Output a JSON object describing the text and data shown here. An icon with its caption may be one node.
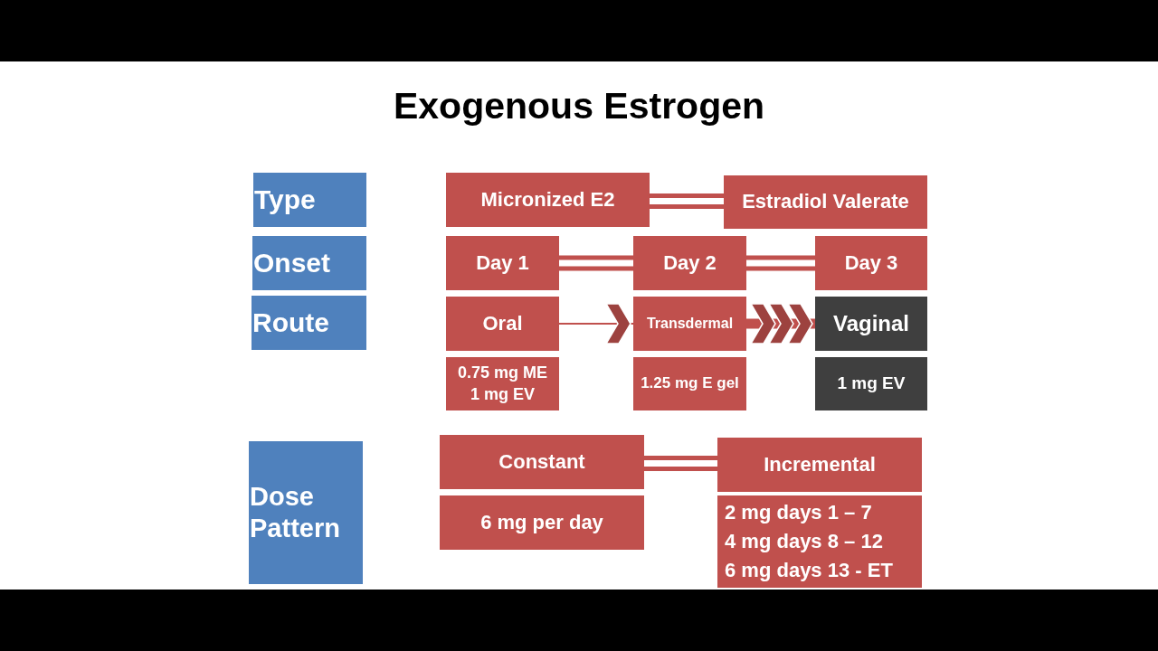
{
  "diagram": {
    "title": "Exogenous Estrogen",
    "nodes": [
      {
        "text": [
          "Type"
        ]
      },
      {
        "text": [
          "Micronized E2"
        ]
      },
      {
        "text": [
          "Estradiol Valerate"
        ]
      },
      {
        "text": [
          "Onset"
        ]
      },
      {
        "text": [
          "Day 1"
        ]
      },
      {
        "text": [
          "Day 2"
        ]
      },
      {
        "text": [
          "Day 3"
        ]
      },
      {
        "text": [
          "Route"
        ]
      },
      {
        "text": [
          "Oral"
        ]
      },
      {
        "text": [
          "Transdermal"
        ]
      },
      {
        "text": [
          "Vaginal"
        ]
      },
      {
        "text": [
          "0.75 mg ME 1 mg EV"
        ]
      },
      {
        "text": [
          "1.25 mg E gel"
        ]
      },
      {
        "text": [
          "1 mg EV"
        ]
      },
      {
        "text": [
          "Dose Pattern"
        ]
      },
      {
        "text": [
          "Constant"
        ]
      },
      {
        "text": [
          "Incremental"
        ]
      },
      {
        "text": [
          "6 mg per day"
        ]
      },
      {
        "text": [
          "2 mg days 1 – 7",
          "4 mg days 8 – 12",
          "6 mg days 13 - ET"
        ]
      }
    ],
    "edges": [
      {
        "from": 1,
        "to": 2,
        "arrow": "none"
      },
      {
        "from": 4,
        "to": 5,
        "arrow": "none"
      },
      {
        "from": 5,
        "to": 6,
        "arrow": "none"
      },
      {
        "from": 8,
        "to": 9,
        "arrow": "to"
      },
      {
        "from": 9,
        "to": 10,
        "arrow": "to",
        "style": "thick"
      },
      {
        "from": 15,
        "to": 16,
        "arrow": "none"
      }
    ]
  }
}
